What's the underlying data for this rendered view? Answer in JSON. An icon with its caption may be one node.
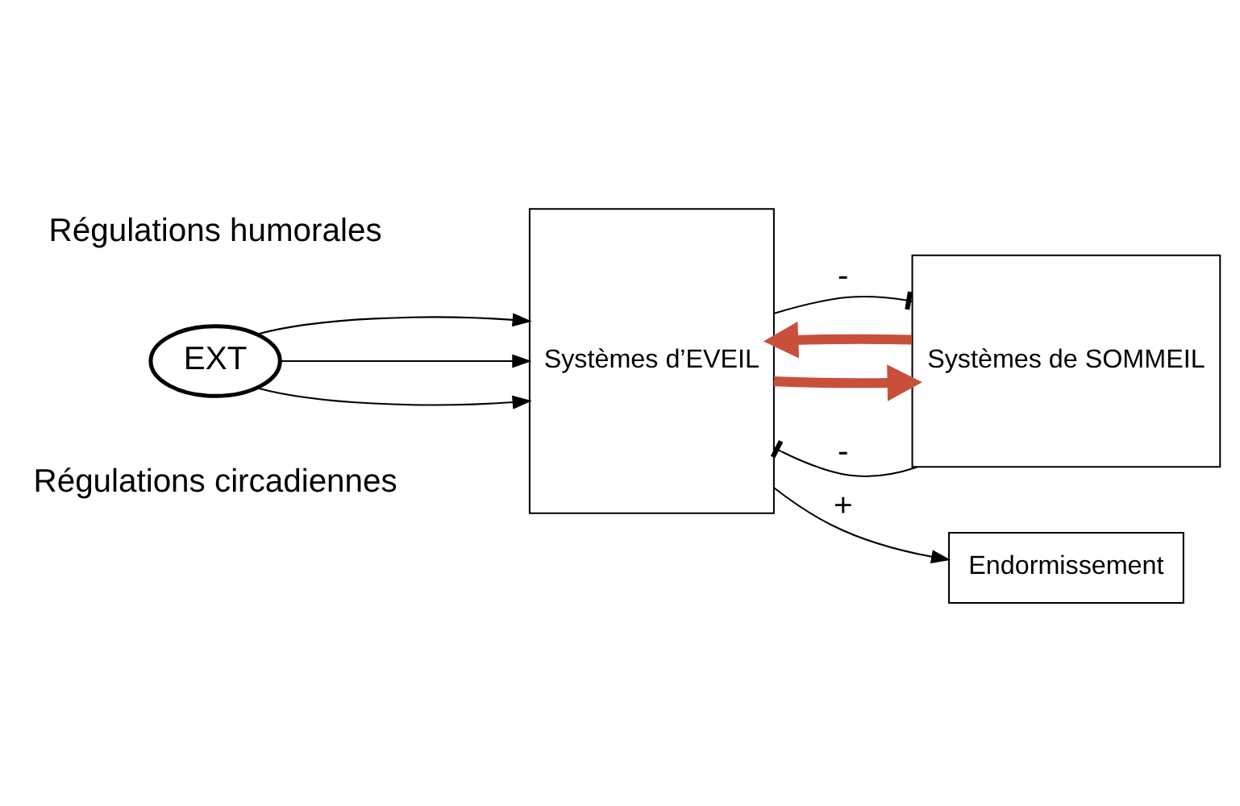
{
  "diagram": {
    "nodes": [
      {
        "text": [
          "Systèmes d’EVEIL"
        ]
      },
      {
        "text": [
          "Systèmes de SOMMEIL"
        ]
      },
      {
        "text": [
          "EXT"
        ]
      },
      {
        "text": [
          "Endormissement"
        ]
      }
    ],
    "edges": [
      {
        "from": 2,
        "to": 0,
        "arrow": "to"
      },
      {
        "from": 2,
        "to": 0,
        "arrow": "to"
      },
      {
        "from": 2,
        "to": 0,
        "arrow": "to"
      },
      {
        "from": 0,
        "to": 1,
        "arrow": "other",
        "label": "-"
      },
      {
        "from": 1,
        "to": 0,
        "arrow": "other",
        "label": "-"
      },
      {
        "from": 0,
        "to": 3,
        "arrow": "to",
        "label": "+"
      },
      {
        "from": 1,
        "to": 0,
        "arrow": "to",
        "style": "thick",
        "color": "#c8503a"
      },
      {
        "from": 0,
        "to": 1,
        "arrow": "to",
        "style": "thick",
        "color": "#c8503a"
      }
    ],
    "labels": [
      "Régulations circadiennes",
      "Régulations humorales"
    ]
  }
}
